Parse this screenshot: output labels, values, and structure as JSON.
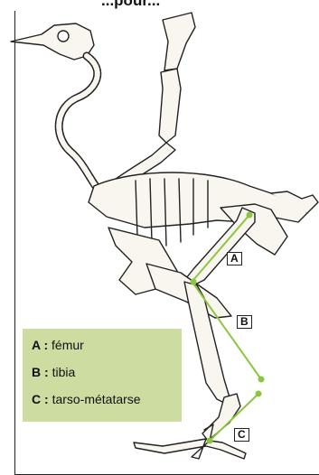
{
  "heading": {
    "text": "...pour..."
  },
  "callouts": [
    {
      "id": "A",
      "label": "A"
    },
    {
      "id": "B",
      "label": "B"
    },
    {
      "id": "C",
      "label": "C"
    }
  ],
  "legend": {
    "items": [
      {
        "key": "A :",
        "text": "fémur"
      },
      {
        "key": "B :",
        "text": "tibia"
      },
      {
        "key": "C :",
        "text": "tarso-métatarse"
      }
    ]
  },
  "colors": {
    "legend_bg": "#cddca0",
    "measure_line": "#8cc63f",
    "bone": "#f8f6ee",
    "ink": "#222222"
  },
  "icons": {
    "skeleton": "bird-skeleton-illustration"
  }
}
